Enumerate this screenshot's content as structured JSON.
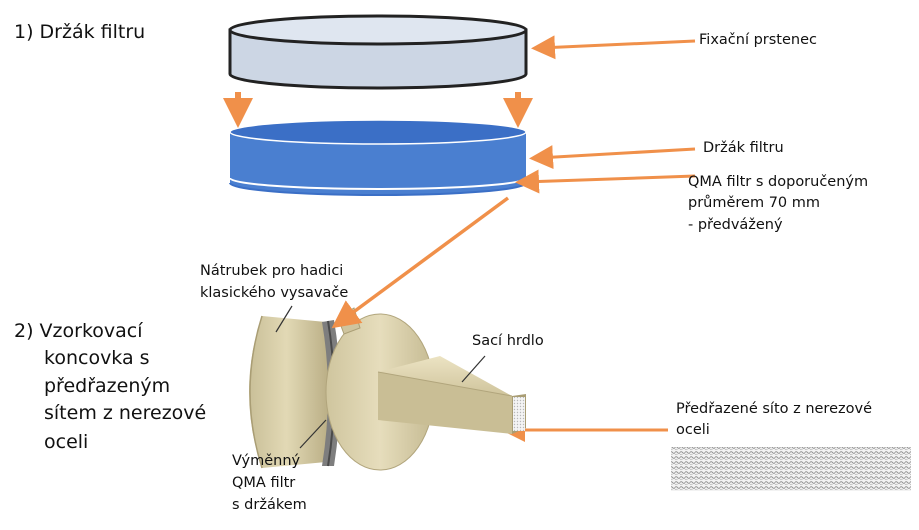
{
  "sections": {
    "section_1_title": "1) Držák filtru",
    "section_2_lines": [
      "2) Vzorkovací",
      "koncovka s",
      "předřazeným",
      "sítem z nerezové",
      "oceli"
    ]
  },
  "labels": {
    "fixing_ring": "Fixační prstenec",
    "filter_holder": "Držák filtru",
    "qma_filter_lines": [
      "QMA filtr s doporučeným",
      "průměrem 70 mm",
      "- předvážený"
    ],
    "hose_nozzle_lines": [
      "Nátrubek pro hadici",
      "klasického vysavače"
    ],
    "suction_mouth": "Sací hrdlo",
    "prefilter_screen_lines": [
      "Předřazené síto z nerezové",
      "oceli"
    ],
    "replaceable_filter_lines": [
      "Výměnný",
      "QMA filtr",
      "s držákem"
    ]
  },
  "colors": {
    "arrow": "#f0904a",
    "ring_fill": "#ccd6e4",
    "holder_fill": "#4a7fd0",
    "holder_top": "#3a6ec5",
    "nozzle_body": "#d9cfa6",
    "nozzle_body_shadow": "#b9ad84",
    "nozzle_mouth": "#e7ddb8",
    "metal_band": "#7e7e7e"
  }
}
